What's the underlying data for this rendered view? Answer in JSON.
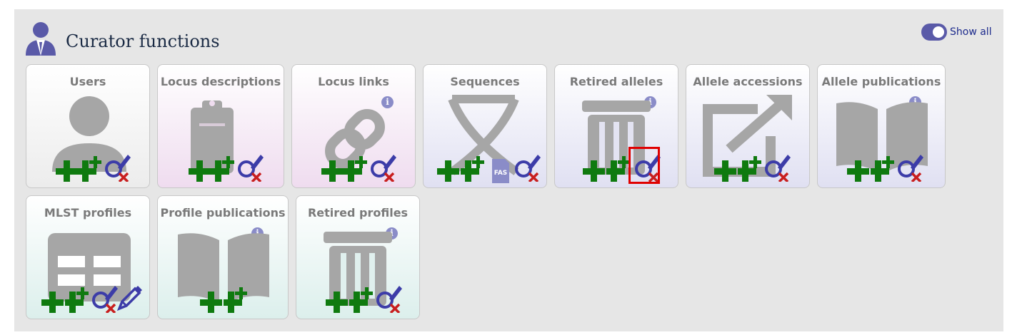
{
  "page": {
    "title": "Curator functions"
  },
  "toggle": {
    "label": "Show all",
    "checked": true
  },
  "cards": [
    {
      "title": "Users"
    },
    {
      "title": "Locus descriptions"
    },
    {
      "title": "Locus links"
    },
    {
      "title": "Sequences",
      "badge": "FAS"
    },
    {
      "title": "Retired alleles"
    },
    {
      "title": "Allele accessions"
    },
    {
      "title": "Allele publications"
    },
    {
      "title": "MLST profiles"
    },
    {
      "title": "Profile publications"
    },
    {
      "title": "Retired profiles"
    }
  ],
  "icons": {
    "header": "user-suit-icon",
    "info": "info-icon",
    "add": "plus-icon",
    "batch_add": "double-plus-icon",
    "query": "search-edit-delete-icon",
    "batch_edit": "pencil-edit-icon"
  },
  "colors": {
    "panel": "#e6e6e6",
    "toggle": "#5a5aa8",
    "plus": "#0f7a0f",
    "accent": "#3c3ca8",
    "delete": "#c81e1e",
    "highlight": "#e00000"
  },
  "info_symbol": "i"
}
